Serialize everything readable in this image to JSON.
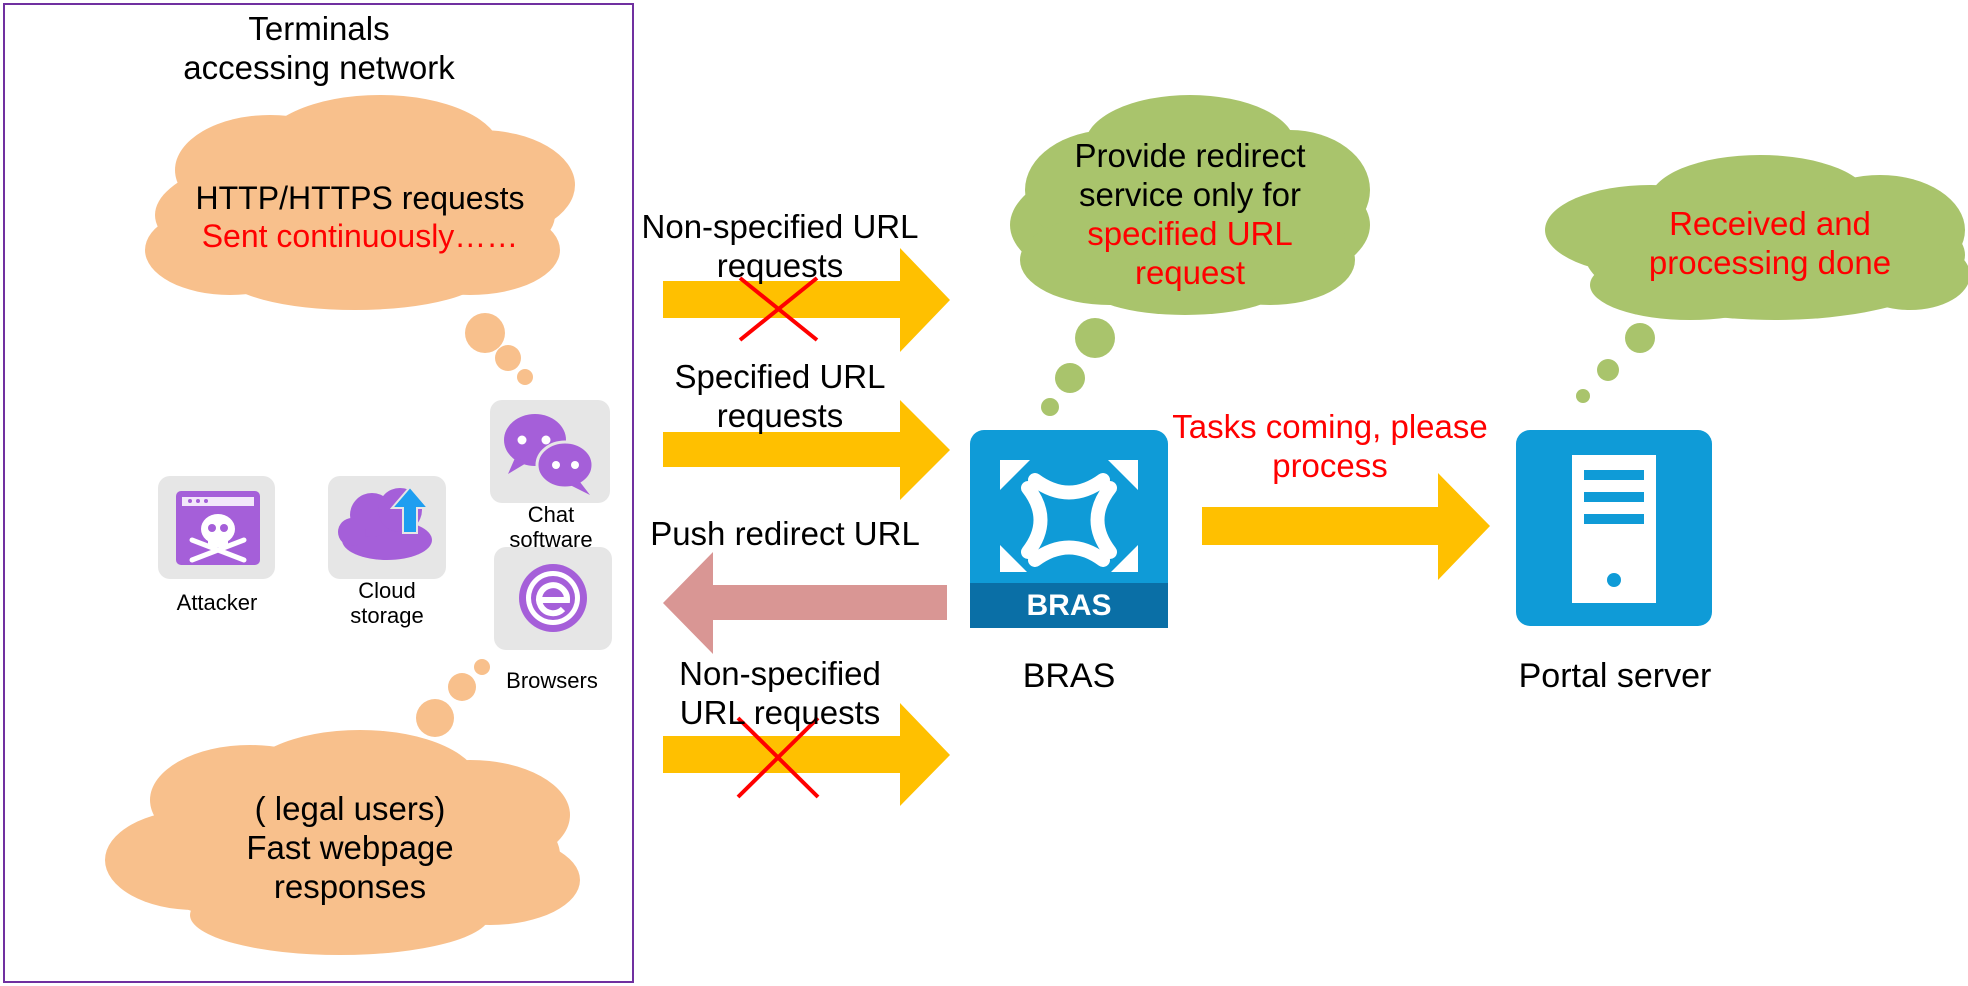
{
  "terminals": {
    "title_line1": "Terminals",
    "title_line2": "accessing network",
    "frame_color": "#7030a0"
  },
  "cloud_top": {
    "line1": "HTTP/HTTPS requests",
    "line2": "Sent continuously……",
    "color": "#f8c08c"
  },
  "cloud_bottom": {
    "line1": "( legal users)",
    "line2": "Fast webpage",
    "line3": "responses",
    "color": "#f8c08c"
  },
  "apps": [
    {
      "label_line1": "Chat",
      "label_line2": "software",
      "icon": "chat-icon"
    },
    {
      "label_line1": "Attacker",
      "label_line2": "",
      "icon": "skull-icon"
    },
    {
      "label_line1": "Cloud",
      "label_line2": "storage",
      "icon": "cloud-upload-icon"
    },
    {
      "label_line1": "Browsers",
      "label_line2": "",
      "icon": "browser-e-icon"
    }
  ],
  "arrows": {
    "a1_line1": "Non-specified URL",
    "a1_line2": "requests",
    "a2_line1": "Specified URL",
    "a2_line2": "requests",
    "a3_label": "Push redirect URL",
    "a4_line1": "Non-specified",
    "a4_line2": "URL requests",
    "a5_line1": "Tasks coming, please",
    "a5_line2": "process",
    "forward_color": "#ffc000",
    "back_color": "#d99694"
  },
  "bras": {
    "badge": "BRAS",
    "label": "BRAS",
    "color": "#0f9bd7"
  },
  "bras_cloud": {
    "line1": "Provide redirect",
    "line2": "service only for",
    "line3": "specified URL",
    "line4": "request",
    "color": "#a9c46c"
  },
  "portal": {
    "label": "Portal server",
    "color": "#0f9bd7"
  },
  "portal_cloud": {
    "line1": "Received and",
    "line2": "processing done",
    "color": "#a9c46c"
  }
}
